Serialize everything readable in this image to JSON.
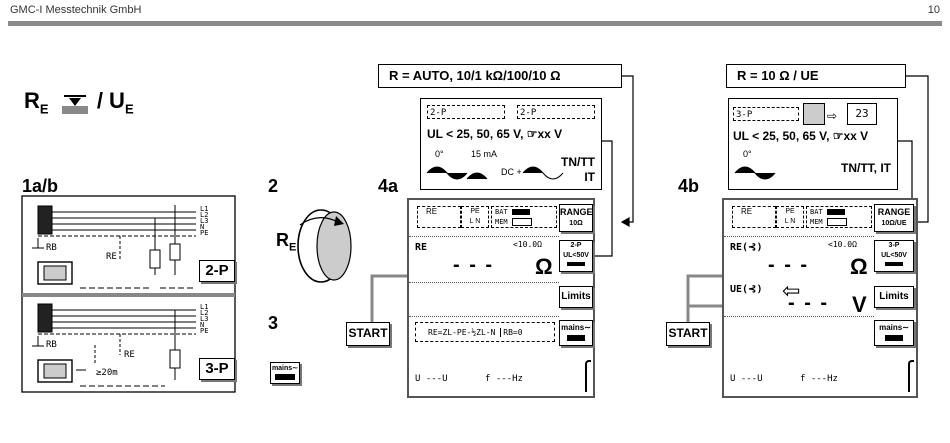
{
  "header": {
    "company": "GMC-I Messtechnik GmbH",
    "page": "10"
  },
  "title": {
    "re": "R",
    "re_sub": "E",
    "slash_ue": "/ U",
    "ue_sub": "E"
  },
  "steps": {
    "s1": "1a/b",
    "s2": "2",
    "s3": "3",
    "s4a": "4a",
    "s4b": "4b"
  },
  "wiring": {
    "lines": [
      "L1",
      "L2",
      "L3",
      "N",
      "PE"
    ],
    "rb": "RB",
    "re": "RE",
    "dist": "≥20m",
    "label_2p": "2-P",
    "label_3p": "3-P"
  },
  "rotary": {
    "label": "R",
    "sub": "E"
  },
  "mains_key": {
    "text": "mains∼"
  },
  "start_key": "START",
  "panel_a": {
    "callout_range": "R =  AUTO, 10/1 kΩ/100/10 Ω",
    "info_2p_1": "2-P",
    "info_2p_2": "2-P",
    "ul_line": "UL < 25, 50, 65 V,  ☞xx V",
    "freq_deg": "0°",
    "freq_ma": "15 mA",
    "dc_plus": "DC +",
    "net": "TN/TT",
    "net2": "IT",
    "lcd": {
      "re_sym": "RE",
      "pe_sym": "PE",
      "l_n": "L  N",
      "bat": "BAT",
      "mem": "MEM",
      "range_key": "RANGE",
      "range_val": "10Ω",
      "res_label": "RE",
      "limit_small": "<10.0Ω",
      "dashes": "- - -",
      "unit": "Ω",
      "mode_key_top": "2-P",
      "mode_key_bot": "UL<50V",
      "limits_key": "Limits",
      "formula": "RE=ZL-PE-½ZL-N",
      "rb0": "RB=0",
      "mains_key": "mains∼",
      "bottom_u": "U    ---U",
      "bottom_f": "f    ---Hz"
    }
  },
  "panel_b": {
    "callout_range": "R =  10 Ω / UE",
    "info_3p": "3-P",
    "page_num": "23",
    "ul_line": "UL < 25, 50, 65 V,  ☞xx V",
    "freq_deg": "0°",
    "net": "TN/TT, IT",
    "lcd": {
      "re_sym": "RE",
      "pe_sym": "PE",
      "l_n": "L  N",
      "bat": "BAT",
      "mem": "MEM",
      "range_key": "RANGE",
      "range_val": "10Ω/UE",
      "res_label": "RE(⊰)",
      "limit_small": "<10.0Ω",
      "dashes": "- - -",
      "unit": "Ω",
      "mode_key_top": "3-P",
      "mode_key_bot": "UL<50V",
      "ue_label": "UE(⊰)",
      "ue_dashes": "- - -",
      "ue_unit": "V",
      "limits_key": "Limits",
      "mains_key": "mains∼",
      "bottom_u": "U    ---U",
      "bottom_f": "f    ---Hz"
    }
  }
}
